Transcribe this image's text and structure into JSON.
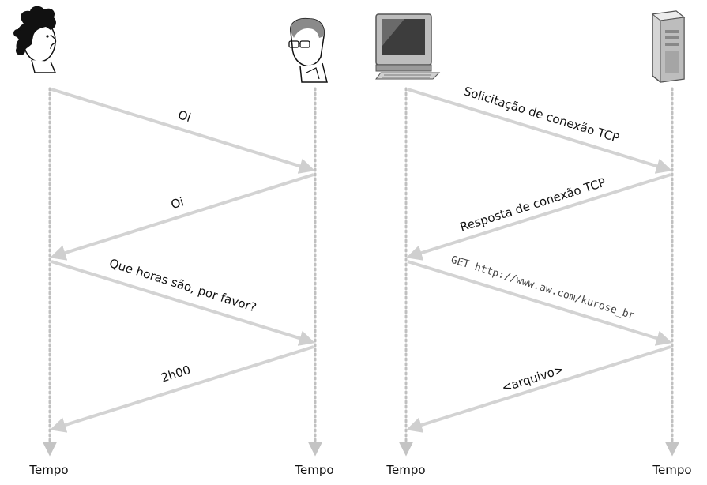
{
  "left_diagram": {
    "participants": [
      {
        "icon": "woman-person-icon"
      },
      {
        "icon": "man-with-glasses-icon"
      }
    ],
    "messages": [
      {
        "label": "Oi"
      },
      {
        "label": "Oi"
      },
      {
        "label": "Que horas são, por favor?"
      },
      {
        "label": "2h00"
      }
    ],
    "time_labels": [
      "Tempo",
      "Tempo"
    ]
  },
  "right_diagram": {
    "participants": [
      {
        "icon": "desktop-computer-icon"
      },
      {
        "icon": "server-tower-icon"
      }
    ],
    "messages": [
      {
        "label": "Solicitação de conexão TCP"
      },
      {
        "label": "Resposta de conexão TCP"
      },
      {
        "label": "GET http://www.aw.com/kurose_br"
      },
      {
        "label": "<arquivo>"
      }
    ],
    "time_labels": [
      "Tempo",
      "Tempo"
    ]
  },
  "colors": {
    "arrow": "#d3d3d3",
    "lifeline": "#bcbcbc",
    "text": "#111111"
  }
}
